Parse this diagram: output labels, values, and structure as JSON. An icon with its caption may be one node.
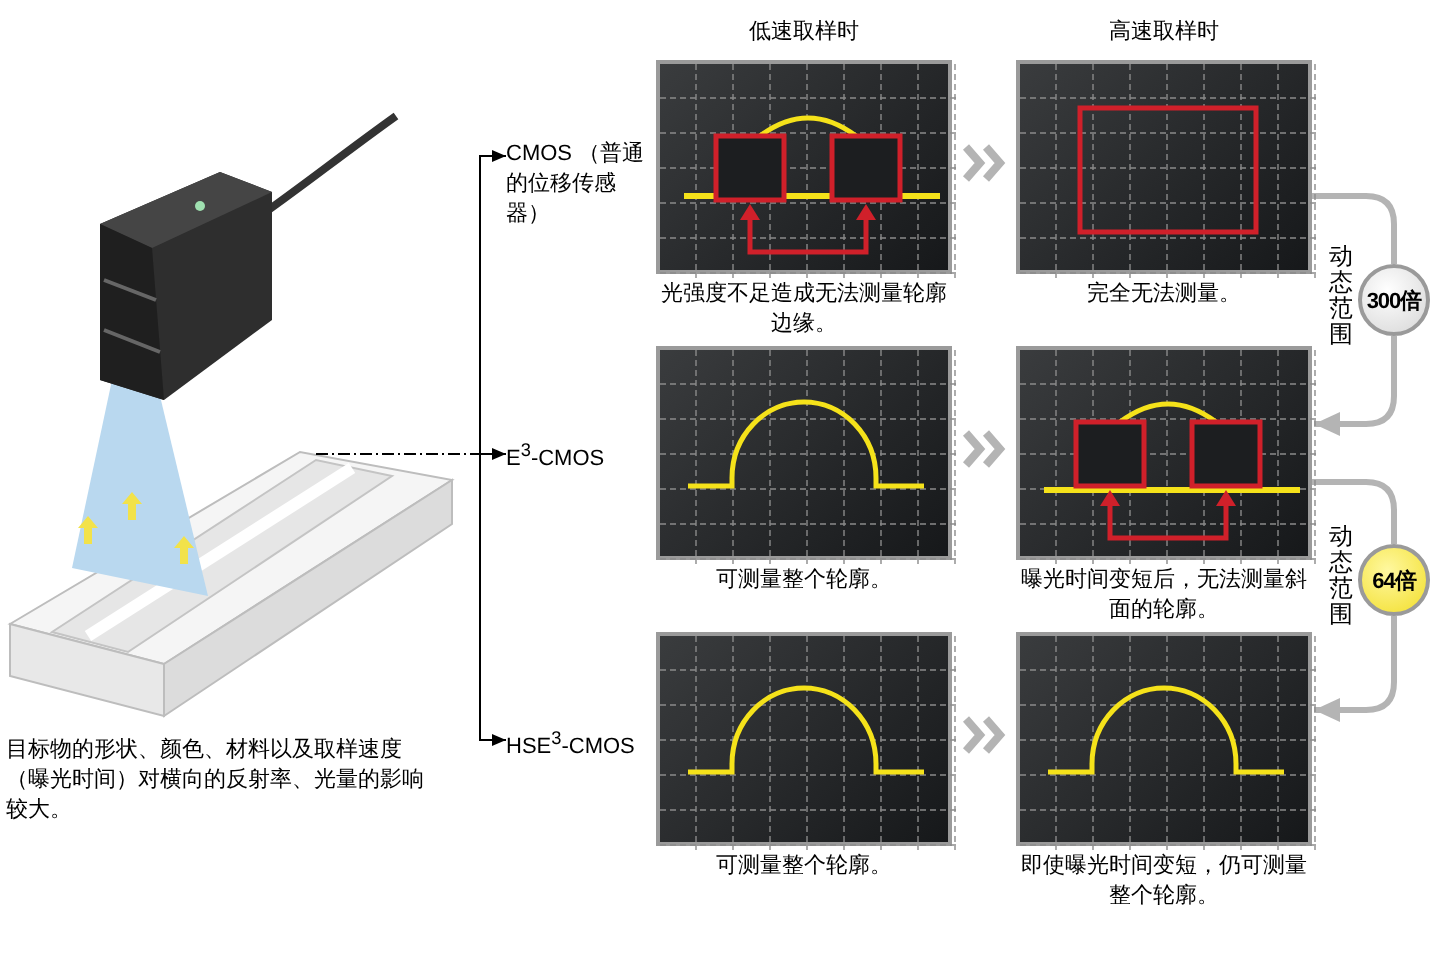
{
  "diagram": {
    "nodes": [
      {
        "text": [],
        "shape": "picture"
      },
      {
        "text": [
          "CMOS （普通的位移传感器）"
        ]
      },
      {
        "text": [
          "E$^{3}$-CMOS"
        ]
      },
      {
        "text": [
          "HSE$^{3}$-CMOS"
        ]
      },
      {
        "text": [],
        "shape": "picture",
        "beside": [
          "光强度不足造成无法测量轮廓边缘。"
        ]
      },
      {
        "text": [],
        "shape": "picture",
        "beside": [
          "完全无法测量。"
        ]
      },
      {
        "text": [],
        "shape": "picture",
        "beside": [
          "可测量整个轮廓。"
        ]
      },
      {
        "text": [],
        "shape": "picture",
        "beside": [
          "曝光时间变短后，无法测量斜面的轮廓。"
        ]
      },
      {
        "text": [],
        "shape": "picture",
        "beside": [
          "可测量整个轮廓。"
        ]
      },
      {
        "text": [],
        "shape": "picture",
        "beside": [
          "即使曝光时间变短，仍可测量整个轮廓。"
        ]
      },
      {
        "text": [
          "300倍"
        ],
        "beside": [
          "动态范围"
        ]
      },
      {
        "text": [
          "64倍"
        ],
        "beside": [
          "动态范围"
        ]
      }
    ],
    "edges": [
      {
        "from": 0,
        "to": 1,
        "arrow": "to",
        "color": "#000000"
      },
      {
        "from": 0,
        "to": 2,
        "arrow": "to",
        "color": "#000000"
      },
      {
        "from": 0,
        "to": 3,
        "arrow": "to",
        "color": "#000000"
      },
      {
        "from": 4,
        "to": 5,
        "arrow": "to",
        "color": "#b4b4b4"
      },
      {
        "from": 6,
        "to": 7,
        "arrow": "to",
        "color": "#b4b4b4"
      },
      {
        "from": 8,
        "to": 9,
        "arrow": "to",
        "color": "#b4b4b4"
      },
      {
        "from": 5,
        "to": 10,
        "arrow": "none",
        "color": "#b4b4b4"
      },
      {
        "from": 10,
        "to": 7,
        "arrow": "to",
        "color": "#b4b4b4"
      },
      {
        "from": 7,
        "to": 11,
        "arrow": "none",
        "color": "#b4b4b4"
      },
      {
        "from": 11,
        "to": 9,
        "arrow": "to",
        "color": "#b4b4b4"
      }
    ],
    "labels": [
      "低速取样时",
      "高速取样时",
      "目标物的形状、颜色、材料以及取样速度（曝光时间）对横向的反射率、光量的影响较大。"
    ]
  }
}
